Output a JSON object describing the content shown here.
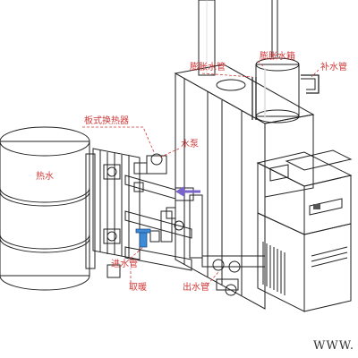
{
  "labels": {
    "expansion_pipe": "膨胀水管",
    "expansion_tank": "膨胀水箱",
    "makeup_pipe": "补水管",
    "plate_exchanger": "板式换热器",
    "pump": "水泵",
    "hot_water": "热水",
    "inlet_pipe": "进水管",
    "heating": "取暖",
    "outlet_pipe": "出水管"
  },
  "watermark": "WWW.",
  "colors": {
    "label": "#d23a3a",
    "arrow": "#7a63c9",
    "valve_blue": "#3f8ad6",
    "line": "#222222"
  }
}
